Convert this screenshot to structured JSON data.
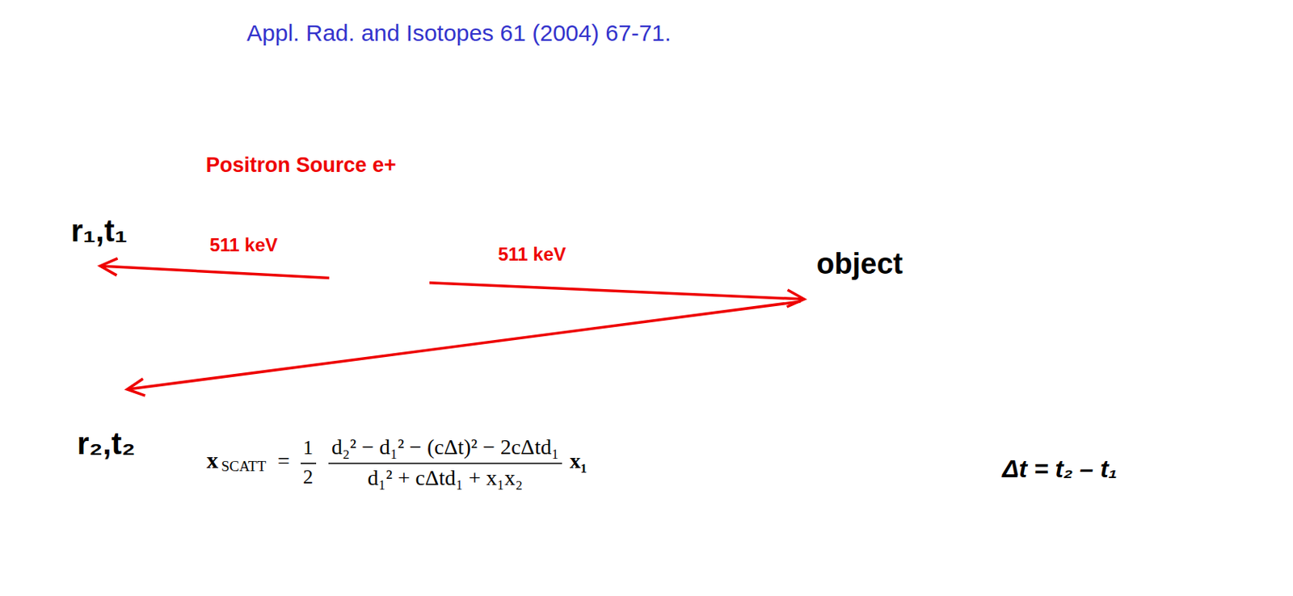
{
  "diagram": {
    "nodes": [
      {
        "text": [
          "r₁,t₁",
          "r₂,t₂"
        ]
      },
      {
        "text": [
          "Positron Source e+"
        ]
      },
      {
        "text": [
          "object"
        ]
      }
    ],
    "edges": [
      {
        "from": 1,
        "to": 0,
        "label": "511 keV",
        "arrow": "to"
      },
      {
        "from": 1,
        "to": 2,
        "label": "511 keV",
        "arrow": "to"
      },
      {
        "from": 2,
        "to": 0,
        "arrow": "to"
      }
    ],
    "labels": [
      "Appl. Rad. and Isotopes 61 (2004) 67-71.",
      "x",
      "SCATT",
      "=",
      "1",
      "2",
      "d₂² − d₁² − (cΔt)² − 2cΔtd₁",
      "d₁² + cΔtd₁ + x₁x₂",
      "x₁",
      "Δt = t₂ – t₁"
    ]
  }
}
